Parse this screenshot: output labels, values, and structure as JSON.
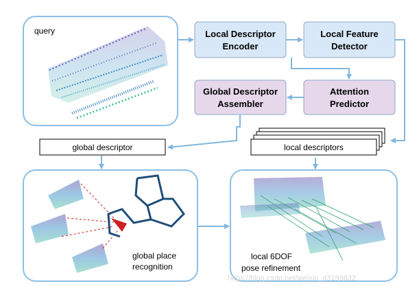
{
  "panels": {
    "query": {
      "label": "query"
    },
    "global_place": {
      "label_line1": "global place",
      "label_line2": "recognition"
    },
    "local_pose": {
      "label_line1": "local 6DOF",
      "label_line2": "pose refinement"
    }
  },
  "modules": {
    "local_descriptor_encoder": {
      "line1": "Local Descriptor",
      "line2": "Encoder",
      "fill": "#d9e8f8"
    },
    "local_feature_detector": {
      "line1": "Local Feature",
      "line2": "Detector",
      "fill": "#d9e8f8"
    },
    "attention_predictor": {
      "line1": "Attention",
      "line2": "Predictor",
      "fill": "#e6d8ea"
    },
    "global_descriptor_assembler": {
      "line1": "Global Descriptor",
      "line2": "Assembler",
      "fill": "#e6d8ea"
    }
  },
  "outputs": {
    "global_descriptor": "global descriptor",
    "local_descriptors": "local descriptors"
  },
  "watermark": "https://blog.csdn.net/weixin_43199832",
  "colors": {
    "panel_border": "#8cbfe6",
    "arrow": "#7fb6e0",
    "module_border": "#8ca7c7",
    "trajectory": "#1f4e79",
    "match_line": "#2e9e6b",
    "query_red": "#cc2222"
  }
}
